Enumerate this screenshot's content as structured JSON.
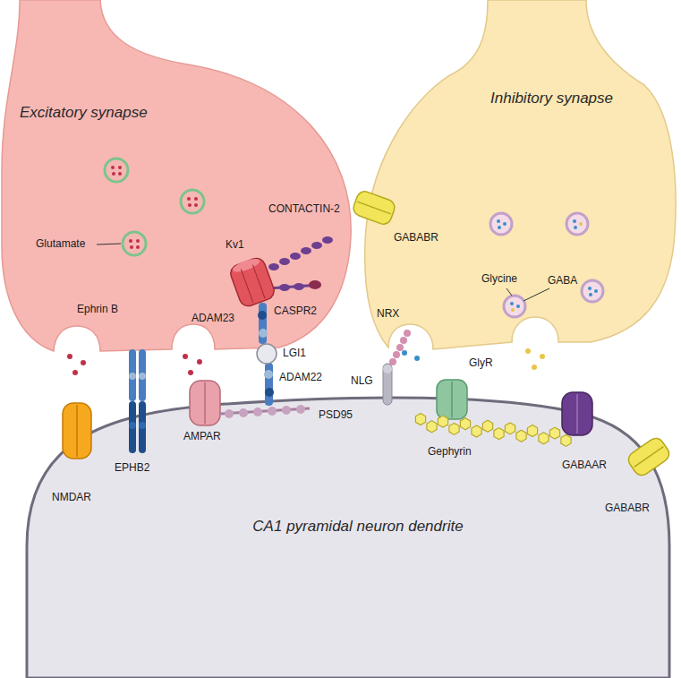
{
  "diagram": {
    "nodes": [
      {
        "text": [
          "Excitatory synapse"
        ]
      },
      {
        "text": [
          "Inhibitory synapse"
        ]
      },
      {
        "text": [
          "CA1 pyramidal neuron dendrite"
        ]
      }
    ],
    "labels": [
      "Glutamate",
      "Kv1",
      "CONTACTIN-2",
      "ADAM23",
      "CASPR2",
      "LGI1",
      "Ephrin B",
      "ADAM22",
      "PSD95",
      "AMPAR",
      "NMDAR",
      "EPHB2",
      "GABABR",
      "Glycine",
      "GABA",
      "NRX",
      "NLG",
      "GlyR",
      "Gephyrin",
      "GABAAR",
      "GABABR"
    ]
  }
}
